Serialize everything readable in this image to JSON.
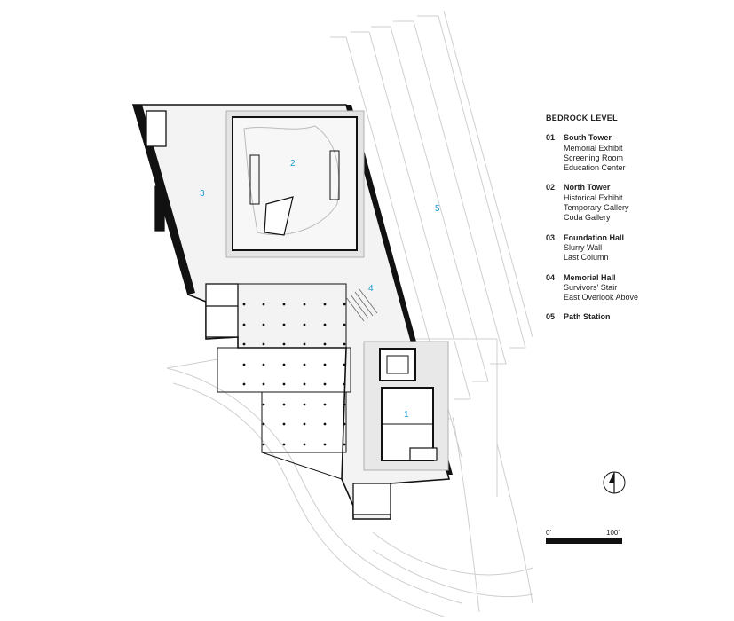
{
  "legend": {
    "title": "BEDROCK LEVEL",
    "entries": [
      {
        "num": "01",
        "name": "South Tower",
        "items": [
          "Memorial Exhibit",
          "Screening Room",
          "Education Center"
        ]
      },
      {
        "num": "02",
        "name": "North Tower",
        "items": [
          "Historical Exhibit",
          "Temporary Gallery",
          "Coda Gallery"
        ]
      },
      {
        "num": "03",
        "name": "Foundation Hall",
        "items": [
          "Slurry Wall",
          "Last Column"
        ]
      },
      {
        "num": "04",
        "name": "Memorial Hall",
        "items": [
          "Survivors' Stair",
          "East Overlook Above"
        ]
      },
      {
        "num": "05",
        "name": "Path Station",
        "items": []
      }
    ]
  },
  "plan_labels": {
    "one": "1",
    "two": "2",
    "three": "3",
    "four": "4",
    "five": "5"
  },
  "scale_bar": {
    "start_label": "0'",
    "end_label": "100'"
  },
  "colors": {
    "zone_label": "#1a9bd7",
    "wall": "#111111",
    "floor": "#f0f0f0",
    "light_line": "#c9c9c9"
  }
}
